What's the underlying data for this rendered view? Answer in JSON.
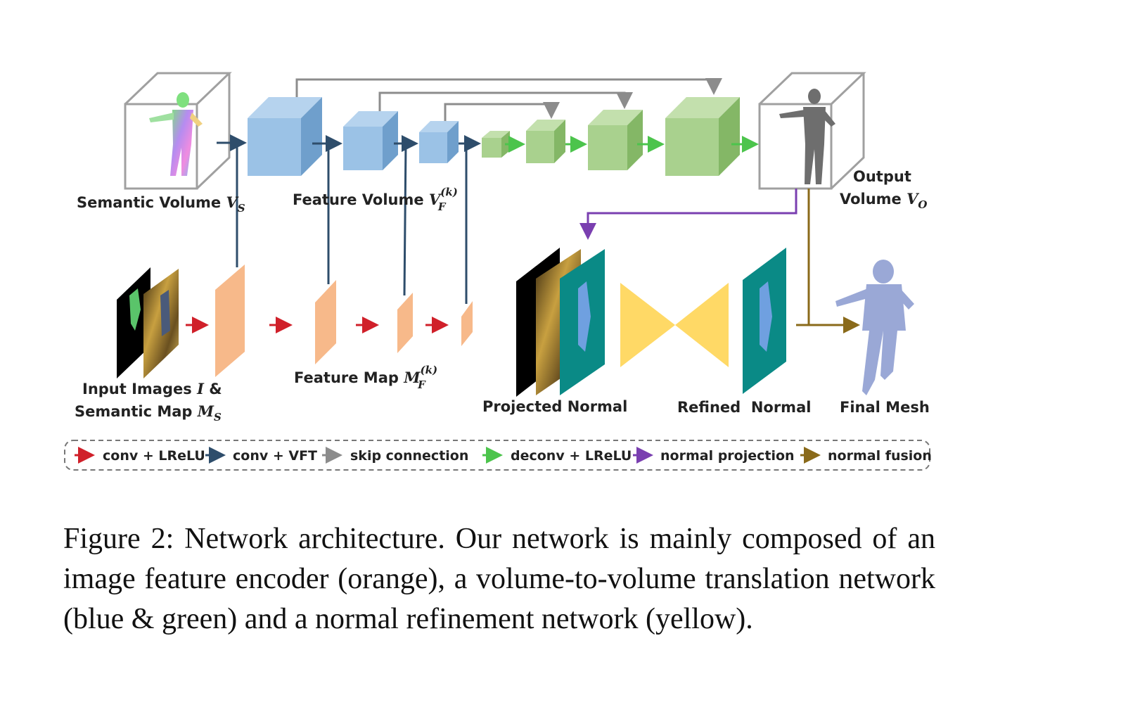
{
  "labels": {
    "semantic_volume": {
      "text": "Semantic Volume ",
      "sym": "V",
      "sub": "S"
    },
    "feature_volume": {
      "text": "Feature Volume ",
      "sym": "V",
      "sup": "(k)",
      "sub": "F"
    },
    "output_line1": "Output",
    "output_line2": {
      "text": "Volume ",
      "sym": "V",
      "sub": "O"
    },
    "input_line1": {
      "text": "Input Images ",
      "sym": "I",
      "tail": " &"
    },
    "input_line2": {
      "text": "Semantic Map ",
      "sym": "M",
      "sub": "S"
    },
    "feature_map": {
      "text": "Feature Map ",
      "sym": "M",
      "sup": "(k)",
      "sub": "F"
    },
    "projected_normal": "Projected Normal",
    "refined_normal": "Refined  Normal",
    "final_mesh": "Final Mesh"
  },
  "legend": [
    {
      "label": "conv + LReLU",
      "color": "#d0202a"
    },
    {
      "label": "conv + VFT",
      "color": "#2e4d6b"
    },
    {
      "label": "skip connection",
      "color": "#8c8c8c"
    },
    {
      "label": "deconv + LReLU",
      "color": "#4cc44c"
    },
    {
      "label": "normal projection",
      "color": "#7a3fb0"
    },
    {
      "label": "normal fusion",
      "color": "#8a6a1a"
    }
  ],
  "caption": "Figure 2: Network architecture. Our network is mainly composed of an image feature encoder (orange), a volume-to-volume translation network (blue & green) and a normal refinement network (yellow).",
  "colors": {
    "encoder": "#f7b98a",
    "blue_volume": "#9bc2e6",
    "green_volume": "#a9d18e",
    "refine_net": "#ffd966",
    "normal_map": "#0a8a86"
  }
}
